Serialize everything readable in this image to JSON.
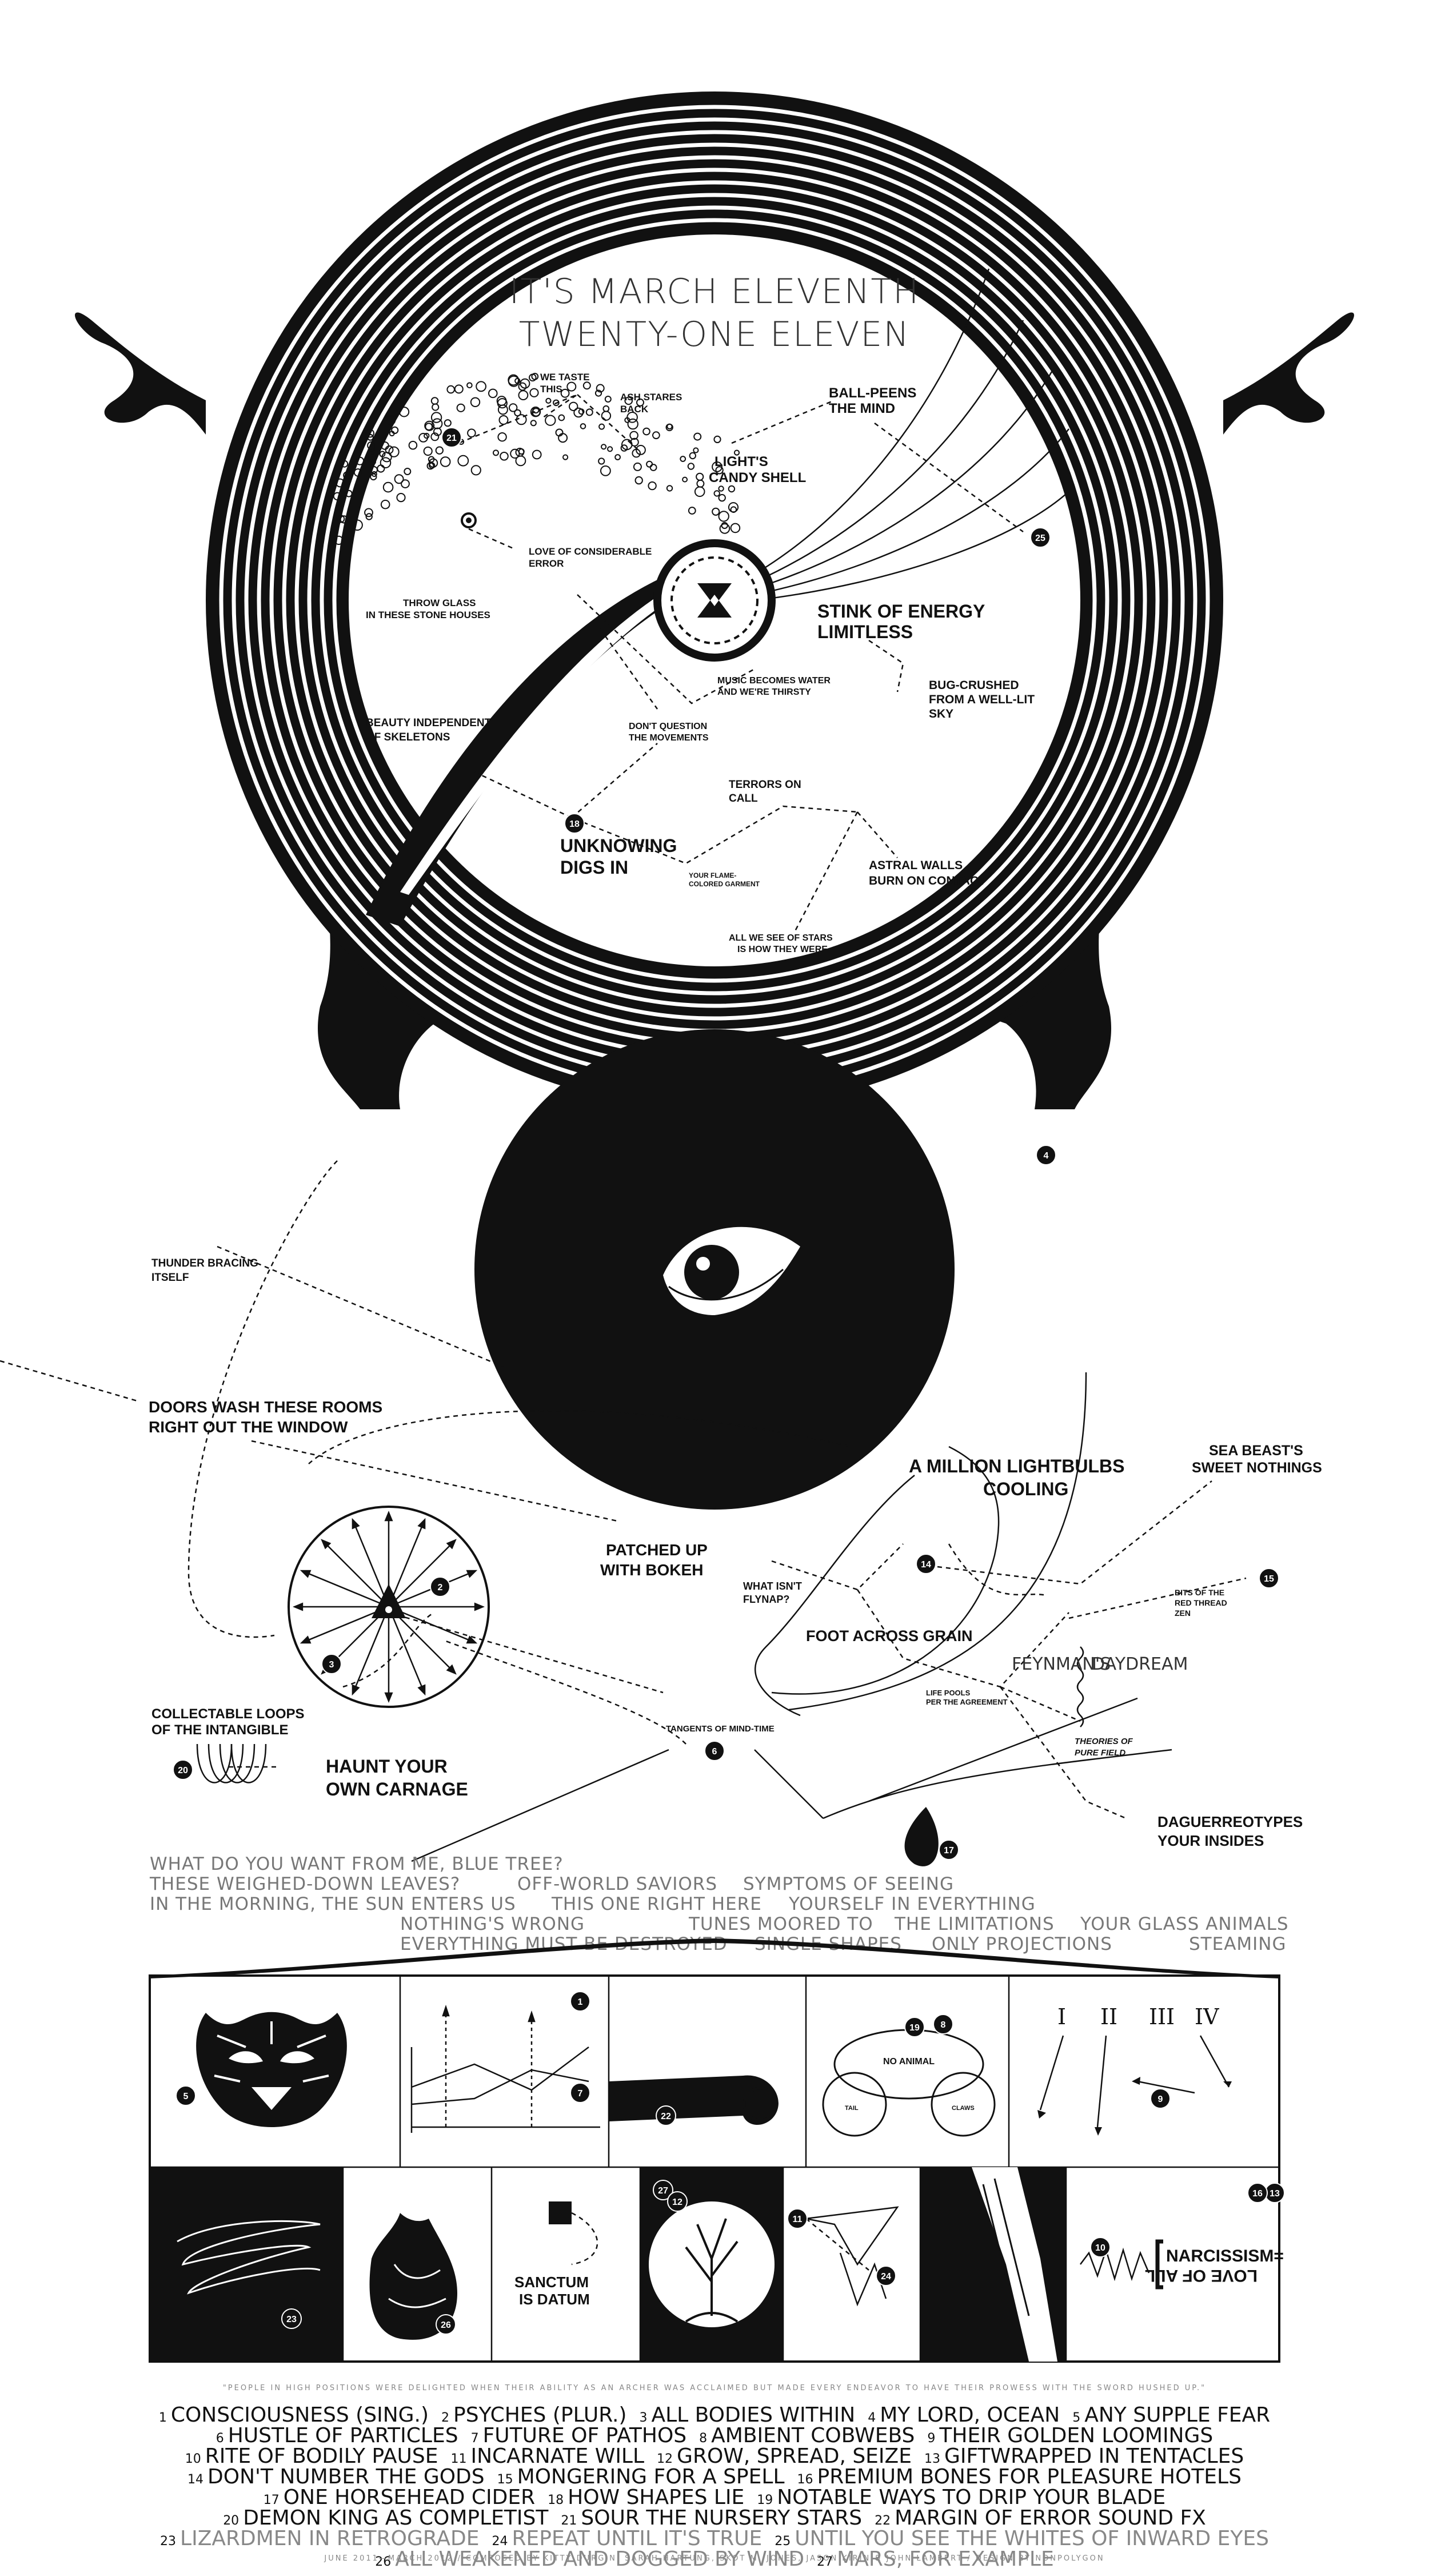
{
  "header": {
    "title_line1": "IT'S MARCH ELEVENTH",
    "title_line2": "TWENTY-ONE ELEVEN"
  },
  "record_labels": {
    "we_taste": [
      "WE TASTE",
      "THIS"
    ],
    "ash_stares": [
      "ASH STARES",
      "BACK"
    ],
    "ball_peens": [
      "BALL-PEENS",
      "THE MIND"
    ],
    "lights_candy": [
      "LIGHT'S",
      "CANDY SHELL"
    ],
    "love_error": [
      "LOVE OF CONSIDERABLE",
      "ERROR"
    ],
    "throw_glass": [
      "THROW GLASS",
      "IN THESE STONE HOUSES"
    ],
    "stink_energy": [
      "STINK OF ENERGY",
      "LIMITLESS"
    ],
    "music_water": [
      "MUSIC BECOMES WATER",
      "AND WE'RE THIRSTY"
    ],
    "bug_crushed": [
      "BUG-CRUSHED",
      "FROM A WELL-LIT",
      "SKY"
    ],
    "beauty_independent": [
      "BEAUTY INDEPENDENT",
      "OF SKELETONS"
    ],
    "dont_question": [
      "DON'T QUESTION",
      "THE MOVEMENTS"
    ],
    "terrors_call": [
      "TERRORS ON",
      "CALL"
    ],
    "unknowing": [
      "UNKNOWING",
      "DIGS IN"
    ],
    "flame_garment": [
      "YOUR FLAME-",
      "COLORED GARMENT"
    ],
    "astral_walls": [
      "ASTRAL WALLS",
      "BURN ON CONTACT"
    ],
    "all_we_see": [
      "ALL WE SEE OF STARS",
      "IS HOW THEY WERE"
    ]
  },
  "lower_labels": {
    "thunder": [
      "THUNDER BRACING",
      "ITSELF"
    ],
    "doors_wash": [
      "DOORS WASH THESE ROOMS",
      "RIGHT OUT THE WINDOW"
    ],
    "million_lightbulbs": [
      "A MILLION LIGHTBULBS",
      "COOLING"
    ],
    "sea_beast": [
      "SEA BEAST'S",
      "SWEET NOTHINGS"
    ],
    "patched_up": [
      "PATCHED UP",
      "WITH BOKEH"
    ],
    "what_isnt": [
      "WHAT ISN'T",
      "FLYNAP?"
    ],
    "foot_across": [
      "FOOT ACROSS GRAIN"
    ],
    "bits_red": [
      "BITS OF THE",
      "RED THREAD",
      "ZEN"
    ],
    "feynmans": "FEYNMAN'S",
    "daydream": "DAYDREAM",
    "life_pools": [
      "LIFE POOLS",
      "PER THE AGREEMENT"
    ],
    "collectable": [
      "COLLECTABLE LOOPS",
      "OF THE INTANGIBLE"
    ],
    "haunt": [
      "HAUNT YOUR",
      "OWN CARNAGE"
    ],
    "tangents": "TANGENTS OF MIND-TIME",
    "theories": [
      "THEORIES OF",
      "PURE FIELD"
    ],
    "daguerreotypes": [
      "DAGUERREOTYPES",
      "YOUR INSIDES"
    ]
  },
  "poem_lines": [
    [
      "WHAT DO YOU WANT FROM ME, BLUE TREE?"
    ],
    [
      "THESE WEIGHED-DOWN LEAVES?",
      "OFF-WORLD SAVIORS",
      "SYMPTOMS OF SEEING"
    ],
    [
      "IN THE MORNING, THE SUN ENTERS US",
      "THIS ONE RIGHT HERE",
      "YOURSELF IN EVERYTHING"
    ],
    [
      "NOTHING'S WRONG",
      "TUNES MOORED TO",
      "THE LIMITATIONS",
      "YOUR GLASS ANIMALS"
    ],
    [
      "EVERYTHING MUST BE DESTROYED",
      "SINGLE SHAPES",
      "ONLY PROJECTIONS",
      "STEAMING"
    ]
  ],
  "panels": {
    "no_animal": "NO ANIMAL",
    "tail": "TAIL",
    "claws": "CLAWS",
    "roman": [
      "I",
      "II",
      "III",
      "IV"
    ],
    "sanctum": [
      "SANCTUM",
      "IS DATUM"
    ],
    "narcissism": [
      "NARCISSISM=",
      "LOVE OF ALL"
    ]
  },
  "badges": [
    "21",
    "25",
    "18",
    "4",
    "2",
    "3",
    "14",
    "15",
    "20",
    "6",
    "17",
    "5",
    "1",
    "7",
    "22",
    "8",
    "9",
    "23",
    "26",
    "27",
    "12",
    "11",
    "24",
    "10",
    "13",
    "16",
    "19"
  ],
  "quote": "\"PEOPLE IN HIGH POSITIONS WERE DELIGHTED WHEN THEIR ABILITY AS AN ARCHER WAS ACCLAIMED BUT MADE EVERY ENDEAVOR TO HAVE THEIR PROWESS WITH THE SWORD HUSHED UP.\"",
  "tracklist": [
    [
      [
        "1",
        "CONSCIOUSNESS (SING.)"
      ],
      [
        "2",
        "PSYCHES (PLUR.)"
      ],
      [
        "3",
        "ALL BODIES WITHIN"
      ],
      [
        "4",
        "MY LORD, OCEAN"
      ],
      [
        "5",
        "ANY SUPPLE FEAR"
      ]
    ],
    [
      [
        "6",
        "HUSTLE OF PARTICLES"
      ],
      [
        "7",
        "FUTURE OF PATHOS"
      ],
      [
        "8",
        "AMBIENT COBWEBS"
      ],
      [
        "9",
        "THEIR GOLDEN LOOMINGS"
      ]
    ],
    [
      [
        "10",
        "RITE OF BODILY PAUSE"
      ],
      [
        "11",
        "INCARNATE WILL"
      ],
      [
        "12",
        "GROW, SPREAD, SEIZE"
      ],
      [
        "13",
        "GIFTWRAPPED IN TENTACLES"
      ]
    ],
    [
      [
        "14",
        "DON'T NUMBER THE GODS"
      ],
      [
        "15",
        "MONGERING FOR A SPELL"
      ],
      [
        "16",
        "PREMIUM BONES FOR PLEASURE HOTELS"
      ]
    ],
    [
      [
        "17",
        "ONE HORSEHEAD CIDER"
      ],
      [
        "18",
        "HOW SHAPES LIE"
      ],
      [
        "19",
        "NOTABLE WAYS TO DRIP YOUR BLADE"
      ]
    ],
    [
      [
        "20",
        "DEMON KING AS COMPLETIST"
      ],
      [
        "21",
        "SOUR THE NURSERY STARS"
      ],
      [
        "22",
        "MARGIN OF ERROR SOUND FX"
      ]
    ],
    [
      [
        "23",
        "LIZARDMEN IN RETROGRADE"
      ],
      [
        "24",
        "REPEAT UNTIL IT'S TRUE"
      ],
      [
        "25",
        "UNTIL YOU SEE THE WHITES OF INWARD EYES"
      ]
    ],
    [
      [
        "26",
        "ALL WEAKENED AND DOGGED BY WIND"
      ],
      [
        "27",
        "MARS, FOR EXAMPLE"
      ]
    ]
  ],
  "credits": "JUNE 2011—MARCH 2012 / COMPOSED BY KITTY DURGIN, SARAH HARTUNG, SKOT M. JONES, JASON KIRIN & JOHN LAMBERT / DESIGN BY NONPOLYGON",
  "colors": {
    "ink": "#111111",
    "paper": "#ffffff",
    "grey_text": "#888888"
  }
}
